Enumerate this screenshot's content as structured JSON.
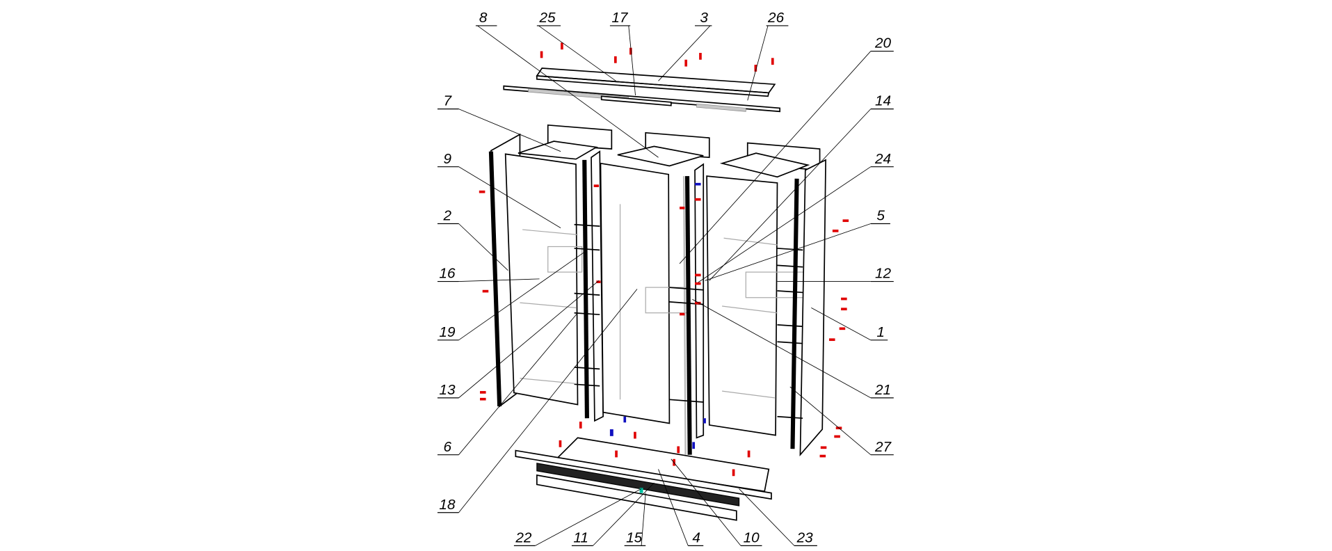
{
  "diagram": {
    "type": "exploded assembly drawing",
    "part_labels": [
      "8",
      "25",
      "17",
      "3",
      "26",
      "20",
      "14",
      "24",
      "5",
      "12",
      "1",
      "21",
      "27",
      "7",
      "9",
      "2",
      "16",
      "19",
      "13",
      "6",
      "18",
      "22",
      "11",
      "15",
      "4",
      "10",
      "23"
    ],
    "colors": {
      "line": "#000000",
      "hidden": "#aaaaaa",
      "fastener": "#e00000",
      "fastener_alt": "#1010c0",
      "accent": "#00c0a0"
    }
  }
}
